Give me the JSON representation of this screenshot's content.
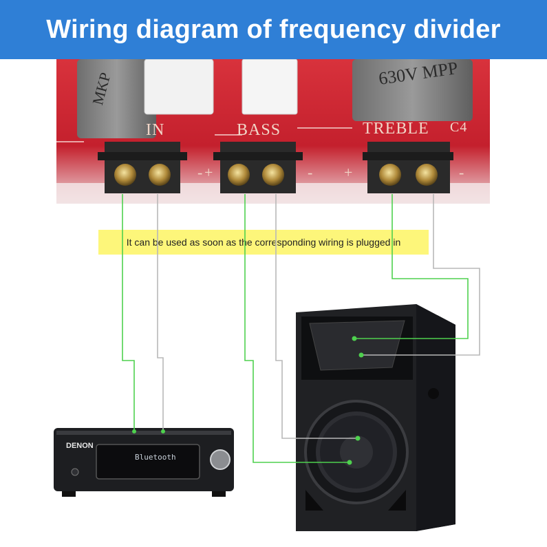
{
  "header": {
    "title": "Wiring diagram of frequency divider"
  },
  "board": {
    "labels": {
      "mid": "IN",
      "bass": "BASS",
      "treble": "TREBLE",
      "cap": "C4"
    },
    "polarity": {
      "plus": "+",
      "minus": "-"
    },
    "cap_left_text": "MKP",
    "cap_right_text": "630V MPP"
  },
  "note": {
    "text": "It can be used as soon as the corresponding wiring is plugged in"
  },
  "receiver": {
    "brand": "DENON",
    "display": "Bluetooth"
  },
  "colors": {
    "banner": "#2f7fd6",
    "note_bg": "#fdf67a",
    "wire_positive": "#4ed14e",
    "wire_negative": "#b8b8b8",
    "board": "#c8232f"
  }
}
